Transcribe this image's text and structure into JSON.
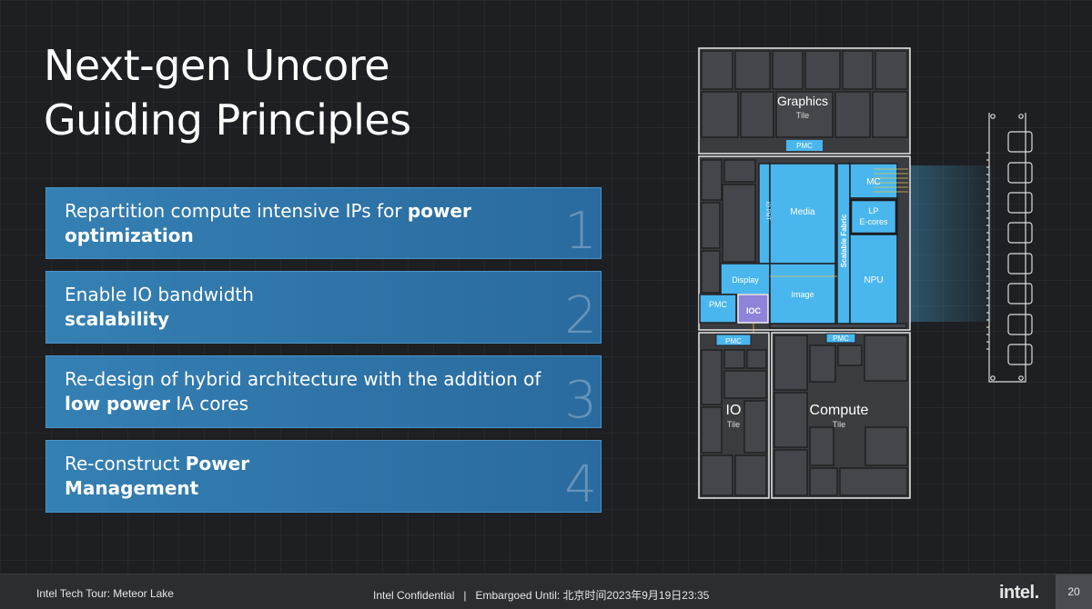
{
  "title": {
    "line1": "Next-gen Uncore",
    "line2": "Guiding Principles"
  },
  "principles": [
    {
      "num": "1",
      "pre": "Repartition compute intensive IPs for ",
      "bold": "power optimization",
      "post": ""
    },
    {
      "num": "2",
      "pre": "Enable IO bandwidth ",
      "bold": "scalability",
      "post": ""
    },
    {
      "num": "3",
      "pre": "Re-design of hybrid architecture with the addition of ",
      "bold": "low power",
      "post": " IA cores"
    },
    {
      "num": "4",
      "pre": "Re-construct ",
      "bold": "Power Management",
      "post": ""
    }
  ],
  "diagram": {
    "graphics_tile": {
      "name": "Graphics",
      "sub": "Tile",
      "pmc": "PMC"
    },
    "soc_blocks": {
      "media": "Media",
      "mc": "MC",
      "lp_ecores": "LP E-cores",
      "npu": "NPU",
      "display": "Display",
      "image": "Image",
      "pmc": "PMC",
      "ioc": "IOC",
      "fabric": "Scalable Fabric",
      "iopmt": "IO PMT"
    },
    "io_tile": {
      "name": "IO",
      "sub": "Tile",
      "pmc": "PMC"
    },
    "compute_tile": {
      "name": "Compute",
      "sub": "Tile",
      "pmc": "PMC"
    }
  },
  "colors": {
    "block": "#4ab6ee",
    "ioc": "#8e82d9",
    "card": "#3580b3"
  },
  "footer": {
    "left": "Intel Tech Tour: Meteor Lake",
    "middle": "Intel Confidential   |   Embargoed Until: 北京时间2023年9月19日23:35",
    "logo": "intel.",
    "page": "20"
  }
}
